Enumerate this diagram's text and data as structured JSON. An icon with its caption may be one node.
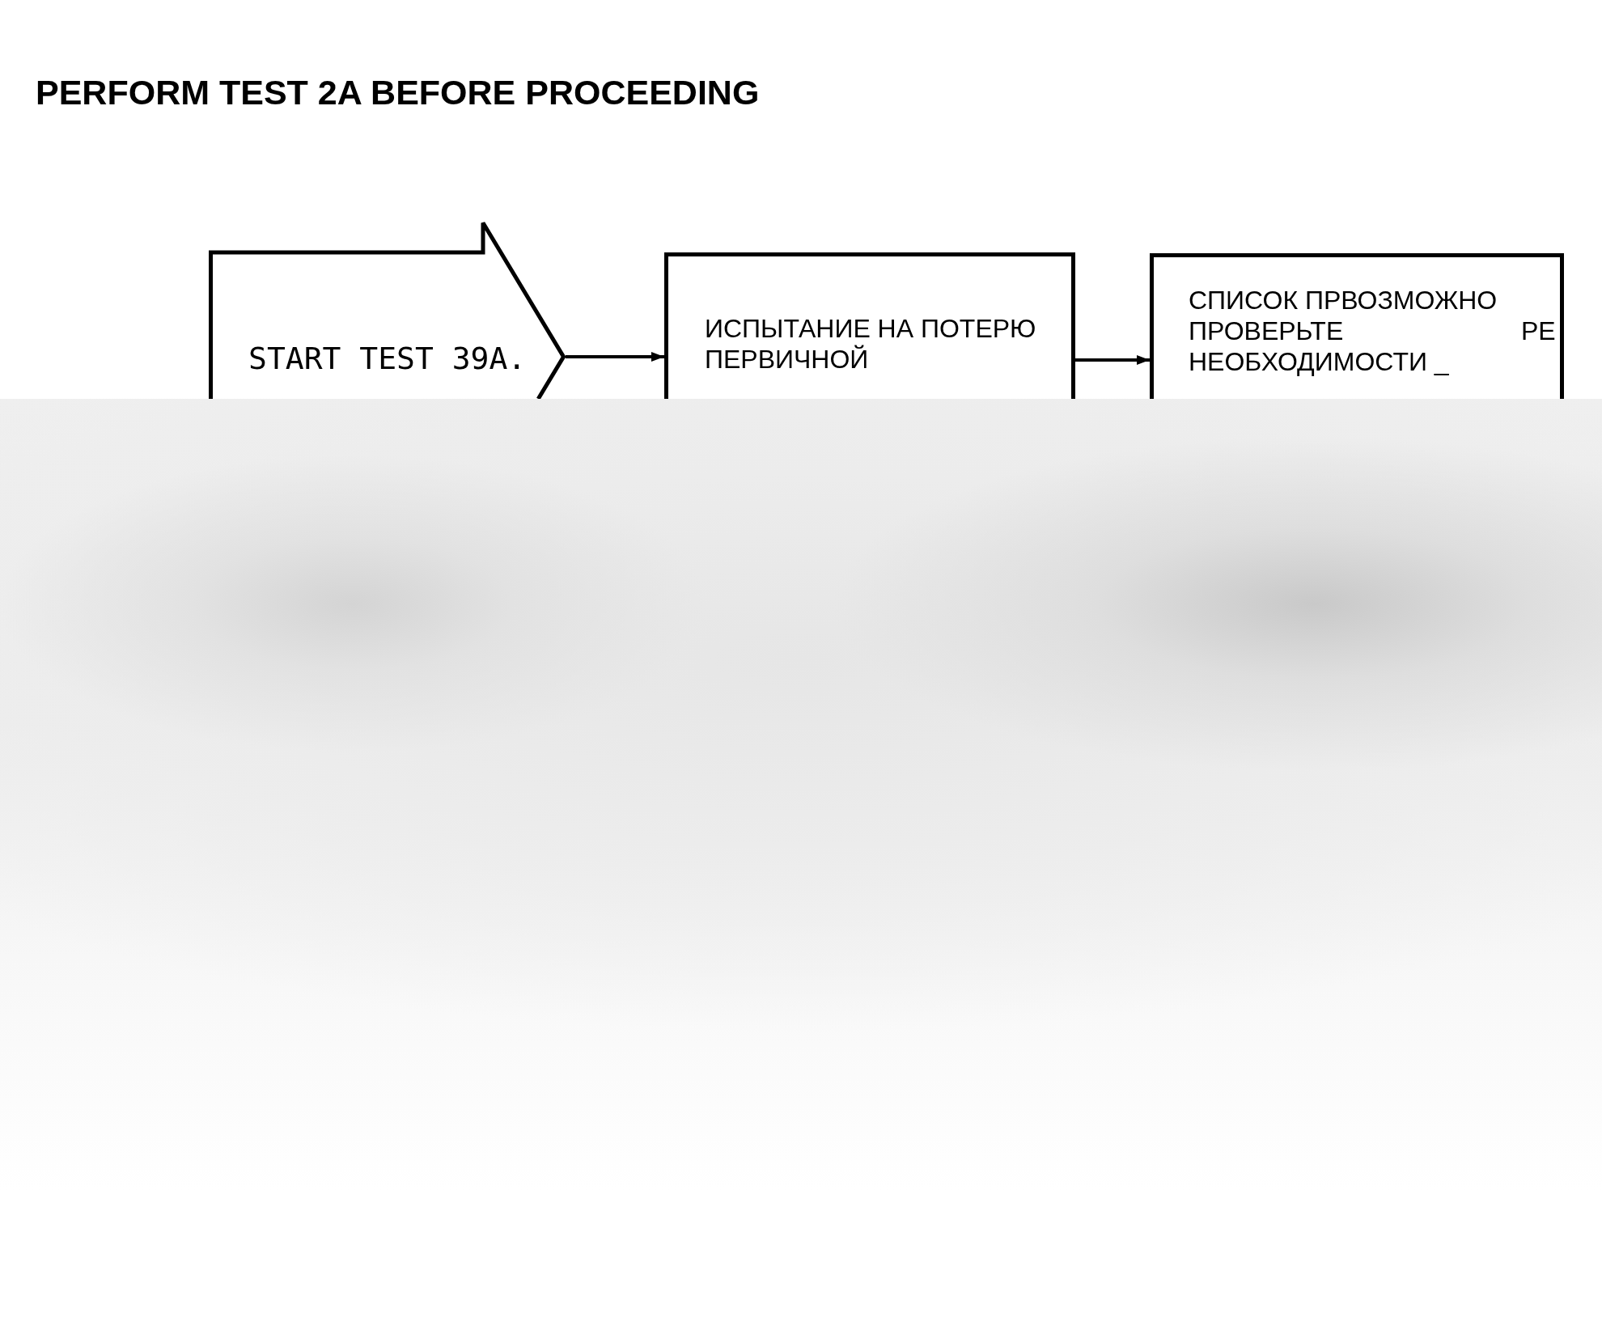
{
  "diagram": {
    "title": "PERFORM TEST 2A BEFORE PROCEEDING",
    "nodes": [
      {
        "text": [
          "START TEST 39A."
        ]
      },
      {
        "text": [
          "ИСПЫТАНИЕ НА ПОТЕРЮ ПЕРВИЧНОЙ"
        ]
      },
      {
        "text": [
          "СПИСОК ПРВОЗМОЖНО ПРОВЕРЬТЕ",
          "РЕ",
          "НЕОБХОДИМОСТИ _"
        ]
      }
    ],
    "edges": [
      {
        "from": 0,
        "to": 1,
        "arrow": "to"
      },
      {
        "from": 1,
        "to": 2,
        "arrow": "to"
      }
    ]
  }
}
